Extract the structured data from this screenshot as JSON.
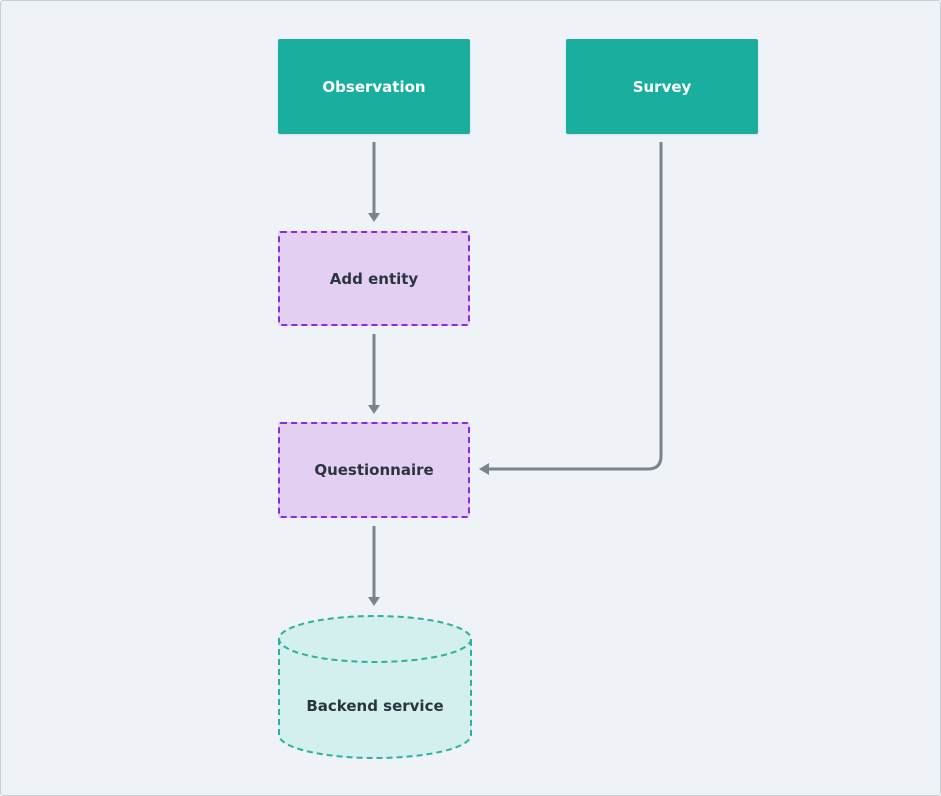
{
  "diagram": {
    "nodes": [
      {
        "id": "observation",
        "label": "Observation",
        "shape": "rectangle",
        "style": "solid"
      },
      {
        "id": "survey",
        "label": "Survey",
        "shape": "rectangle",
        "style": "solid"
      },
      {
        "id": "add_entity",
        "label": "Add entity",
        "shape": "rectangle",
        "style": "dashed"
      },
      {
        "id": "questionnaire",
        "label": "Questionnaire",
        "shape": "rectangle",
        "style": "dashed"
      },
      {
        "id": "backend_service",
        "label": "Backend service",
        "shape": "cylinder",
        "style": "dashed"
      }
    ],
    "edges": [
      {
        "from": "observation",
        "to": "add_entity"
      },
      {
        "from": "add_entity",
        "to": "questionnaire"
      },
      {
        "from": "survey",
        "to": "questionnaire"
      },
      {
        "from": "questionnaire",
        "to": "backend_service"
      }
    ]
  },
  "colors": {
    "canvas_background": "#eff3f7",
    "solid_node_fill": "#19ae9e",
    "dashed_node_fill": "#e3cff2",
    "dashed_node_border": "#8a2be0",
    "cylinder_fill": "#d3efee",
    "cylinder_border": "#2db19e",
    "edge_color": "#78858f",
    "dark_text": "#2b3540",
    "light_text": "#ffffff"
  }
}
